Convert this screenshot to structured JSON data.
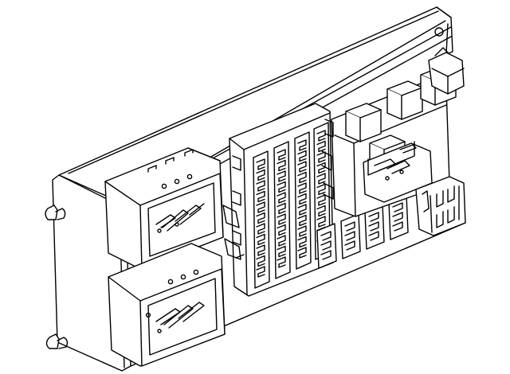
{
  "diagram": {
    "subject": "fuse-and-relay-box",
    "style": "black line art on white",
    "colors": {
      "line": "#000000",
      "background": "#ffffff"
    },
    "left_connector_pins": 6,
    "fuse_columns": 4,
    "fuses_per_column": 11,
    "lower_fuse_blocks": 4,
    "relays": 4,
    "mounting_tabs": 2
  }
}
